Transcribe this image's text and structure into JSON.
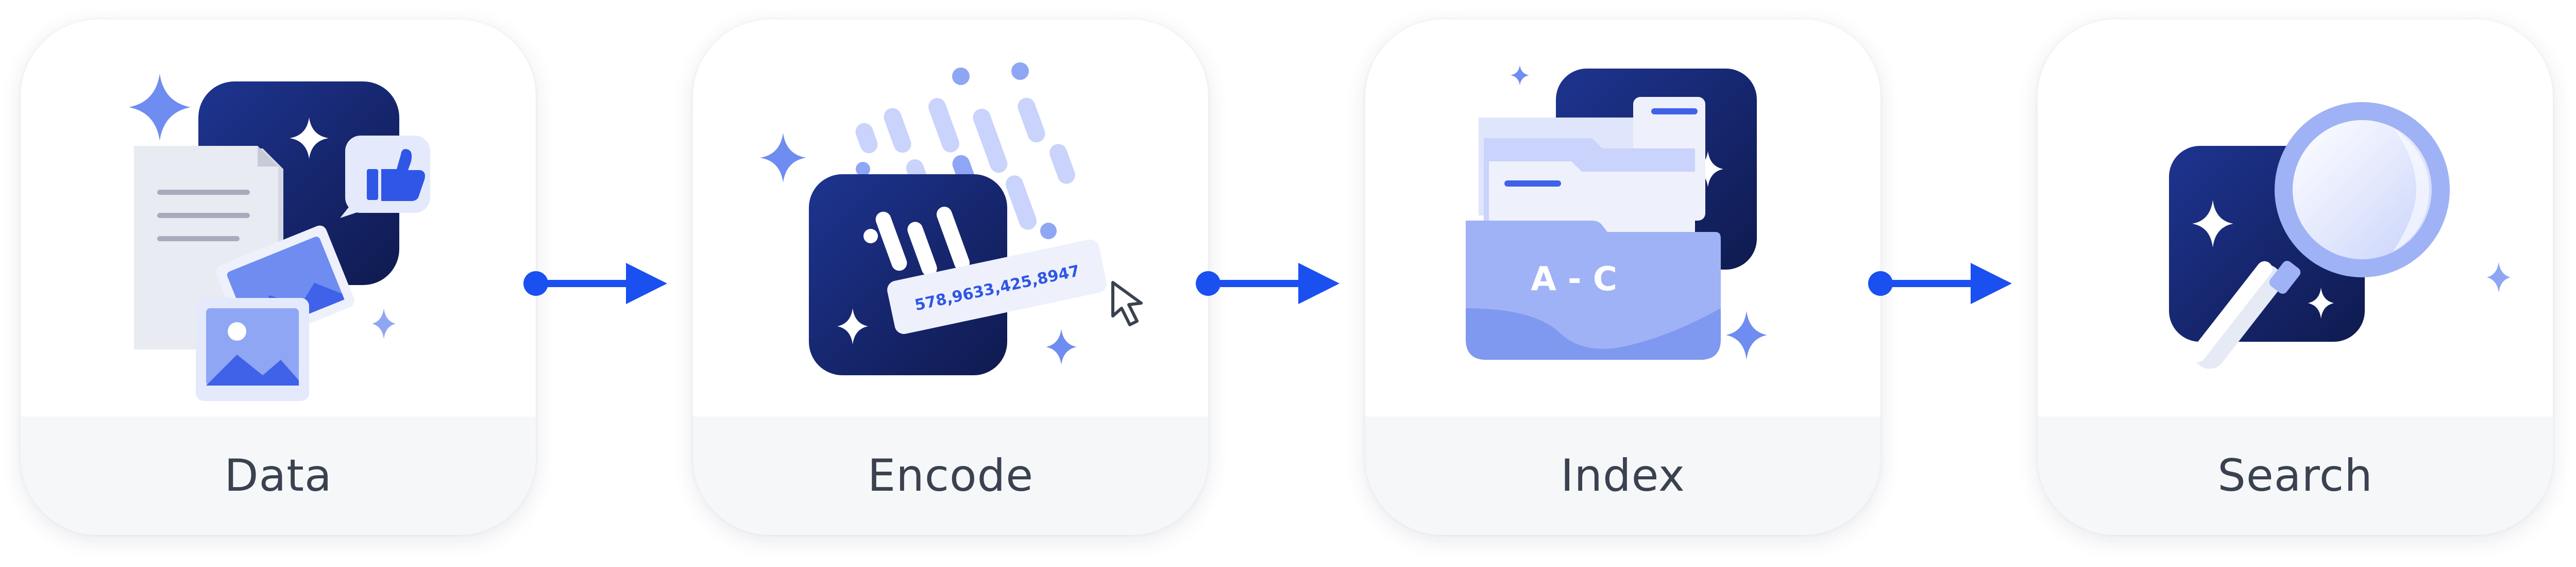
{
  "steps": [
    {
      "label": "Data",
      "icon": "data-icon"
    },
    {
      "label": "Encode",
      "icon": "encode-icon"
    },
    {
      "label": "Index",
      "icon": "index-icon"
    },
    {
      "label": "Search",
      "icon": "search-icon"
    }
  ],
  "encode_vector_text": "578,9633,425,8947",
  "index_tab_text": "A - C",
  "colors": {
    "navy": "#17256b",
    "blue": "#1a4ff0",
    "light_blue": "#9fb2f5",
    "pale_blue": "#dfe5fb",
    "label": "#3a4250",
    "footer": "#f6f7f9"
  }
}
